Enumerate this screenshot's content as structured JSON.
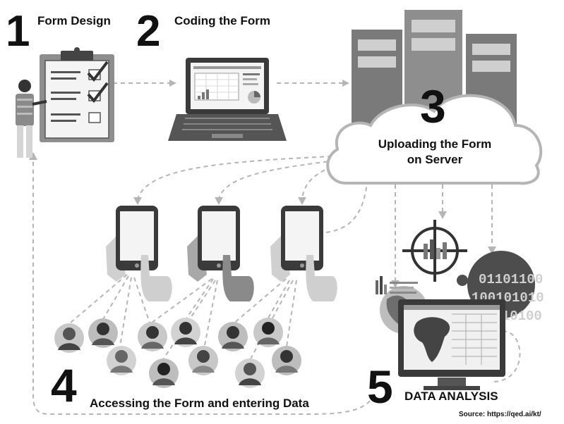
{
  "steps": [
    {
      "number": "1",
      "label": "Form Design"
    },
    {
      "number": "2",
      "label": "Coding the Form"
    },
    {
      "number": "3",
      "label_line1": "Uploading the Form",
      "label_line2": "on Server"
    },
    {
      "number": "4",
      "label": "Accessing the Form and entering Data"
    },
    {
      "number": "5",
      "label": "DATA ANALYSIS"
    }
  ],
  "binary_text": [
    "01101100",
    "100101010",
    "1010100"
  ],
  "source": "Source: https://qed.ai/kt/",
  "colors": {
    "dark": "#1f1f1f",
    "mid": "#8e8e8e",
    "light": "#cfcfcf",
    "lighter": "#e6e6e6",
    "arrow": "#b5b5b5"
  }
}
